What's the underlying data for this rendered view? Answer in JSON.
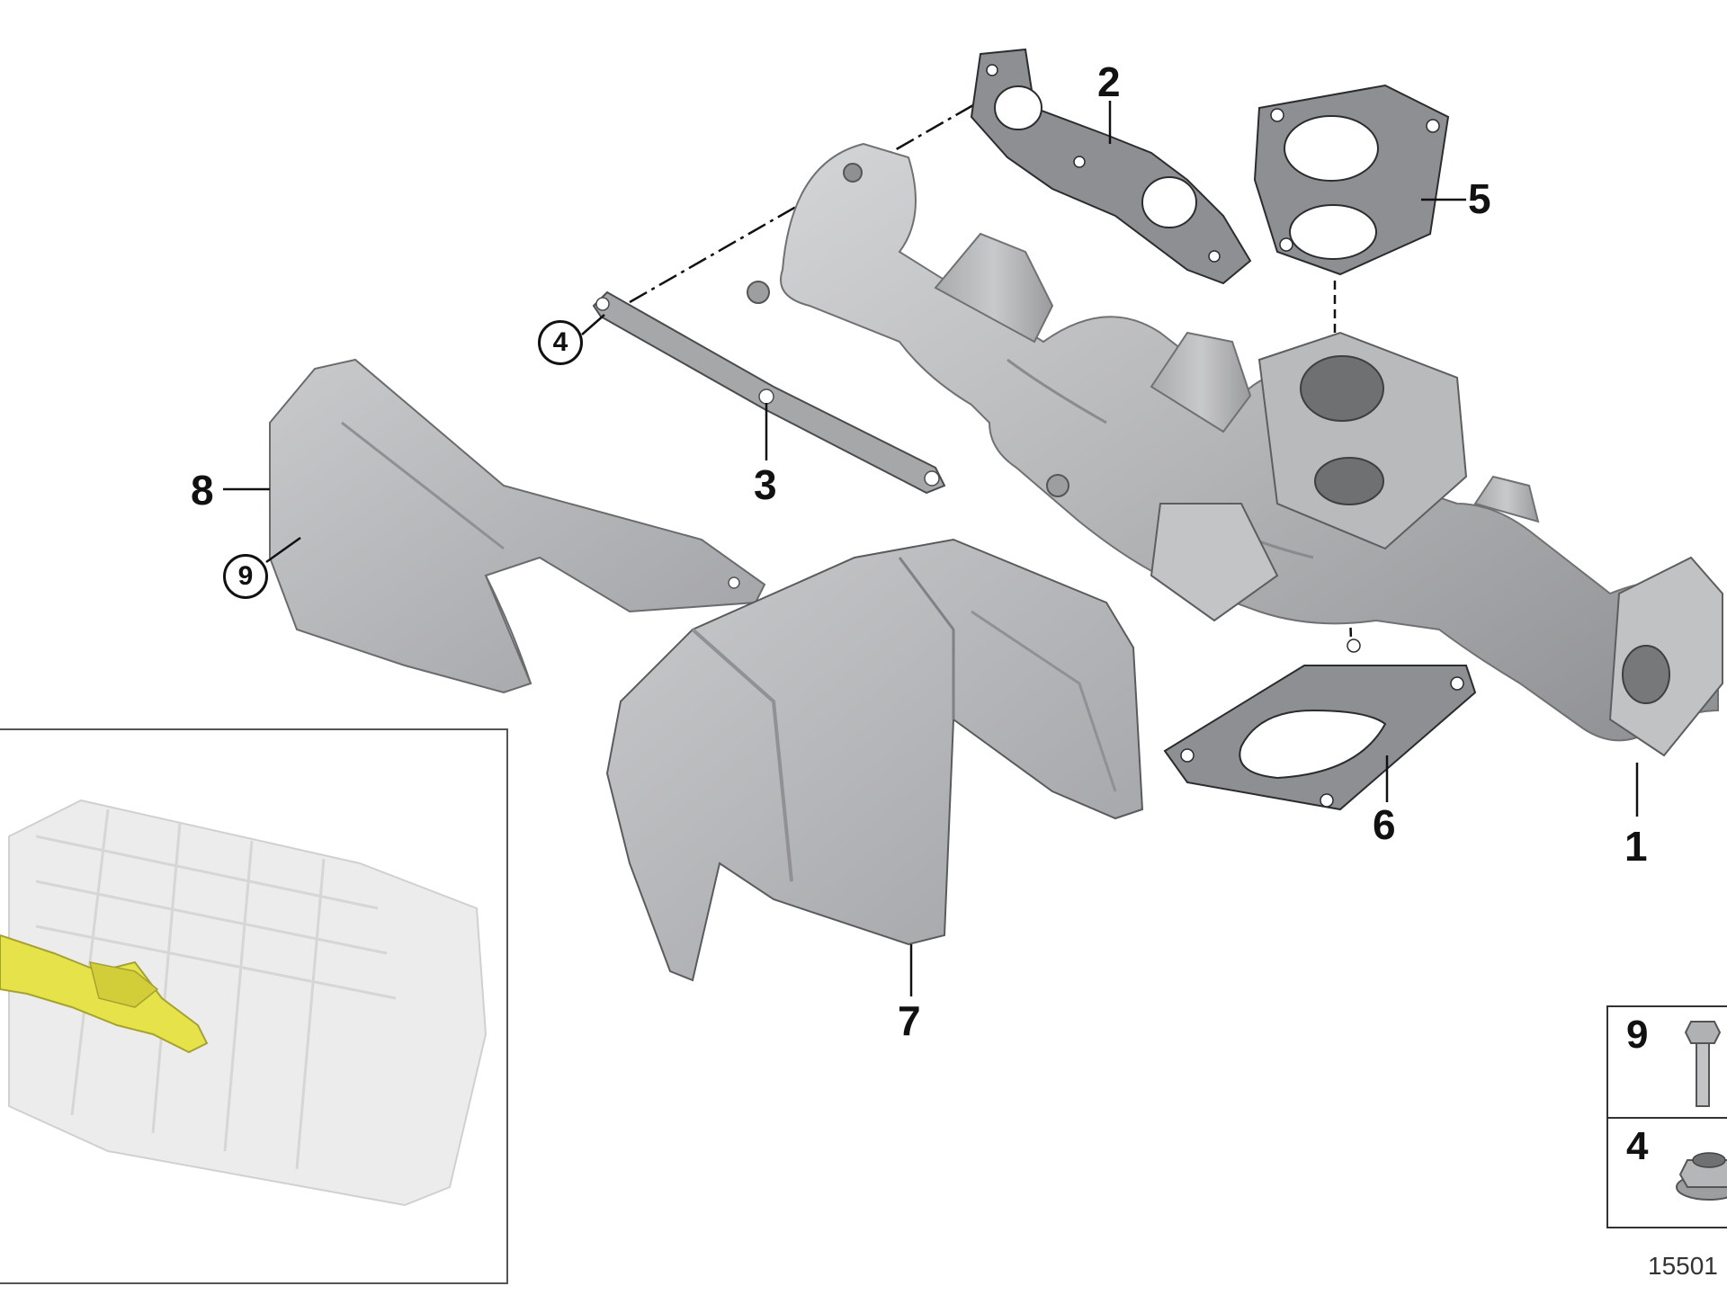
{
  "callouts": {
    "c1": "1",
    "c2": "2",
    "c3": "3",
    "c4": "4",
    "c5": "5",
    "c6": "6",
    "c7": "7",
    "c8": "8",
    "c9": "9"
  },
  "hardware_box": {
    "bolt_number": "9",
    "nut_number": "4",
    "bolt_icon": "hex-bolt-icon",
    "nut_icon": "flange-nut-icon"
  },
  "inset": {
    "highlight_color": "#e6e24a"
  },
  "colors": {
    "part_fill": "#b5b6b8",
    "part_stroke": "#6a6b6d",
    "gasket_fill": "#8d8f91"
  },
  "reference_id": "15501"
}
